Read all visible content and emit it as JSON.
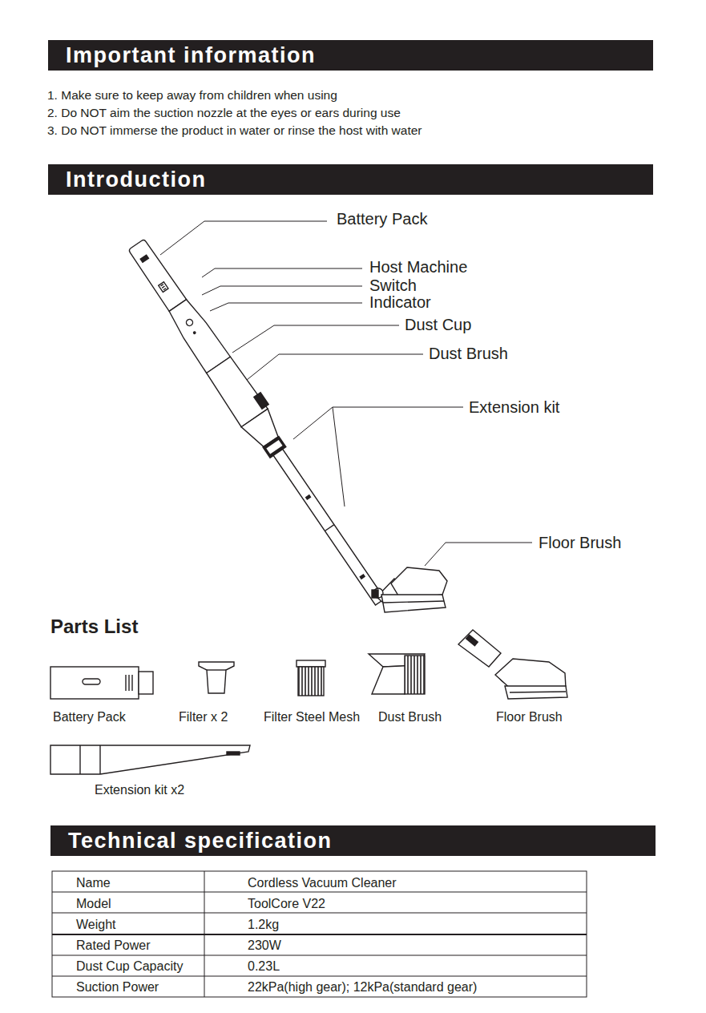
{
  "diagram": {
    "nodes": [
      {
        "text": [
          "Important information"
        ]
      },
      {
        "text": [
          "Introduction"
        ]
      },
      {
        "text": [
          "Technical specification"
        ]
      }
    ],
    "edges": [],
    "labels": [
      "1. Make sure to keep away from children when using",
      "2. Do NOT aim the suction nozzle at the eyes or ears during use",
      "3. Do NOT immerse the product in water or rinse the host with water",
      "Battery Pack",
      "Host Machine",
      "Switch",
      "Indicator",
      "Dust Cup",
      "Dust Brush",
      "Extension kit",
      "Floor Brush",
      "Parts List",
      "Battery Pack",
      "Filter x 2",
      "Filter Steel Mesh",
      "Dust Brush",
      "Floor Brush",
      "Extension kit x2",
      "Name",
      "Cordless Vacuum Cleaner",
      "Model",
      "ToolCore V22",
      "Weight",
      "1.2kg",
      "Rated Power",
      "230W",
      "Dust Cup Capacity",
      "0.23L",
      "Suction Power",
      "22kPa(high gear); 12kPa(standard gear)"
    ]
  }
}
